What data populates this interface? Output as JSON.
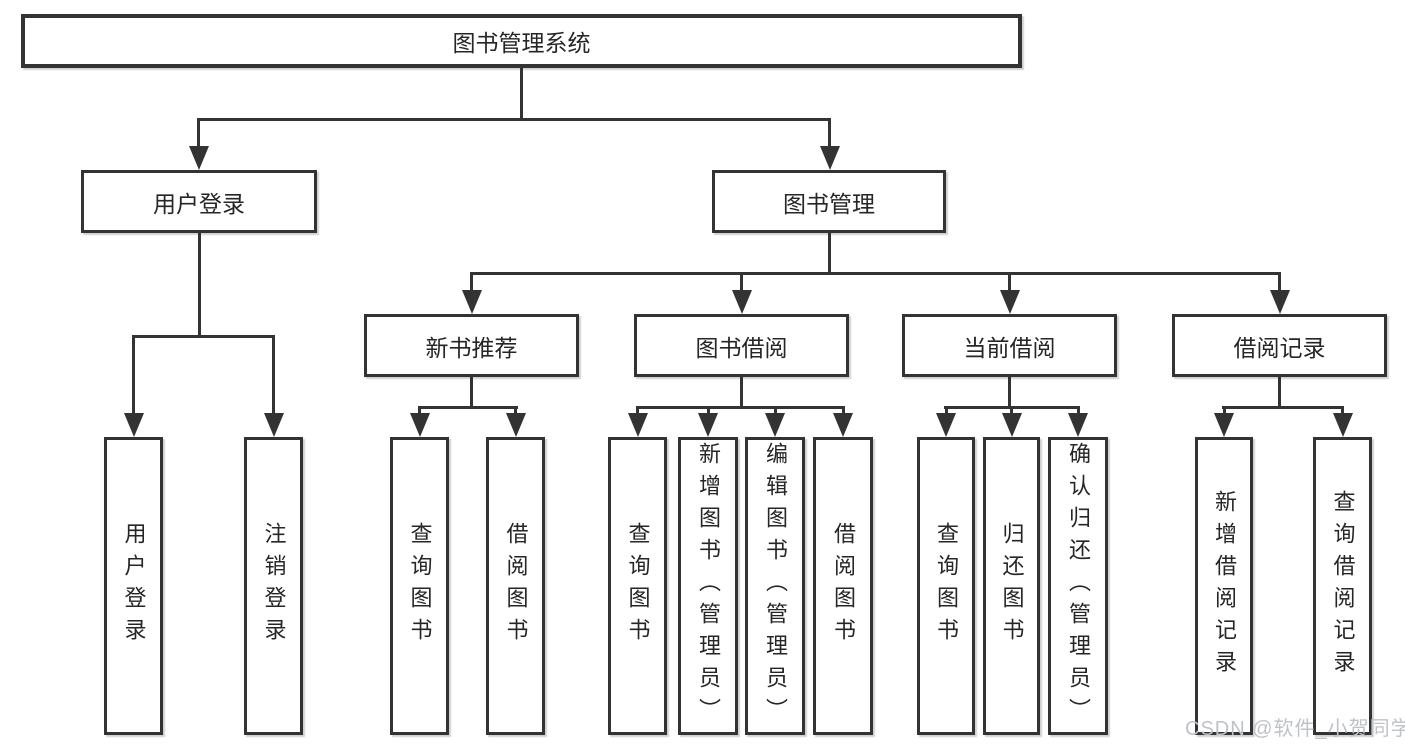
{
  "colors": {
    "line": "#333333",
    "text": "#262626",
    "box_background": "#ffffff",
    "page_background": "#ffffff",
    "watermark": "#bfc2c7"
  },
  "watermark": {
    "text": "CSDN @软件_小贺同学"
  },
  "tree": {
    "root": {
      "label": "图书管理系统",
      "children": [
        {
          "label": "用户登录",
          "children": [
            {
              "label": "用户登录"
            },
            {
              "label": "注销登录"
            }
          ]
        },
        {
          "label": "图书管理",
          "children": [
            {
              "label": "新书推荐",
              "children": [
                {
                  "label": "查询图书"
                },
                {
                  "label": "借阅图书"
                }
              ]
            },
            {
              "label": "图书借阅",
              "children": [
                {
                  "label": "查询图书"
                },
                {
                  "label": "新增图书（管理员）"
                },
                {
                  "label": "编辑图书（管理员）"
                },
                {
                  "label": "借阅图书"
                }
              ]
            },
            {
              "label": "当前借阅",
              "children": [
                {
                  "label": "查询图书"
                },
                {
                  "label": "归还图书"
                },
                {
                  "label": "确认归还（管理员）"
                }
              ]
            },
            {
              "label": "借阅记录",
              "children": [
                {
                  "label": "新增借阅记录"
                },
                {
                  "label": "查询借阅记录"
                }
              ]
            }
          ]
        }
      ]
    }
  }
}
